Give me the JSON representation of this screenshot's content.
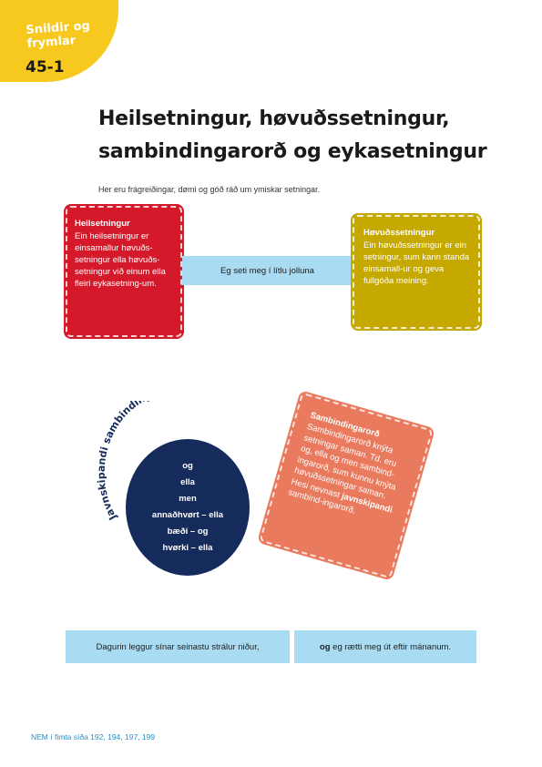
{
  "corner": {
    "label_line1": "Snildir og",
    "label_line2": "frymlar",
    "number": "45-1"
  },
  "title": {
    "line1": "Heilsetningur, høvuðssetningur,",
    "line2": "sambindingarorð og eykasetningur"
  },
  "intro": "Her eru frágreiðingar, dømi og góð ráð um ymiskar setningar.",
  "heilsetningur": {
    "title": "Heilsetningur",
    "text": "Ein heilsetningur er einsamallur høvuðs-setningur ella høvuðs-setningur við einum ella fleiri eykasetning-um."
  },
  "middle_example": "Eg seti meg í lítlu jolluna",
  "hovudssetningur": {
    "title": "Høvuðssetningur",
    "text": "Ein høvuðssetningur er ein setningur, sum kann standa einsamall-ur og geva fullgóða meining."
  },
  "javnskipandi": {
    "label": "Javnskipandi sambindingarorð",
    "items": [
      "og",
      "ella",
      "men",
      "annaðhvørt – ella",
      "bæði – og",
      "hvørki – ella"
    ]
  },
  "sambindingarord": {
    "title": "Sambindingarorð",
    "text_before": "Sambindingarorð knýta setningar saman. Td. eru og, ella og men sambind-ingarorð, sum kunnu knýta høvuðssetningar saman. Hesi nevnast ",
    "bold": "javnskipandi",
    "text_after": " sambind-ingarorð."
  },
  "example_sentence": {
    "part1": "Dagurin leggur sínar seinastu strálur niður,",
    "bold": "og",
    "part2": "eg rætti meg út eftir mánanum."
  },
  "footer": "NEM í fimta síða 192, 194, 197, 199",
  "colors": {
    "yellow": "#f7c81e",
    "red": "#d4192b",
    "olive": "#c5a800",
    "light_blue": "#a9dbf2",
    "navy": "#142b5c",
    "salmon": "#ea7a5e",
    "footer_blue": "#2b8fc7"
  }
}
